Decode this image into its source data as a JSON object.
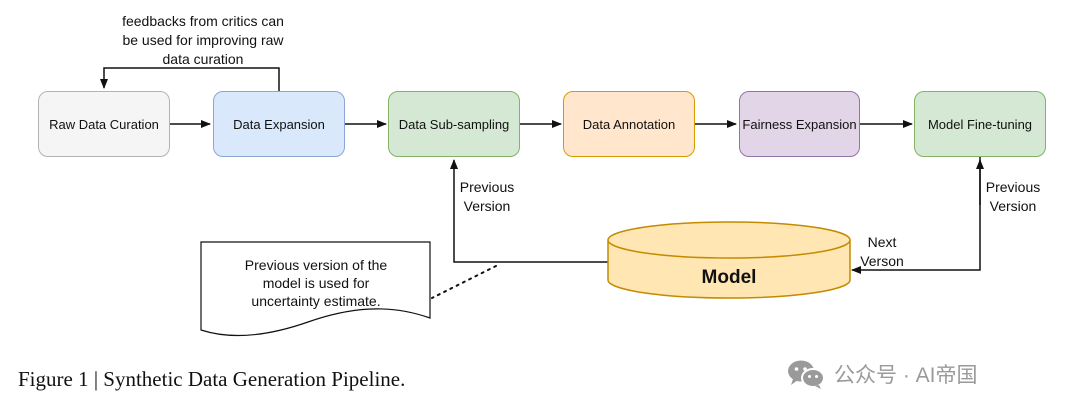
{
  "diagram": {
    "feedback_note": {
      "line1": "feedbacks from critics can",
      "line2": "be used for improving raw",
      "line3": "data curation"
    },
    "nodes": [
      {
        "label": "Raw Data Curation",
        "fill": "#f5f5f5",
        "stroke": "#b3b3b3"
      },
      {
        "label": "Data Expansion",
        "fill": "#dae8fc",
        "stroke": "#8aa6d6"
      },
      {
        "label": "Data Sub-sampling",
        "fill": "#d5e8d4",
        "stroke": "#82b366"
      },
      {
        "label": "Data Annotation",
        "fill": "#ffe6cc",
        "stroke": "#d79b00"
      },
      {
        "label": "Fairness Expansion",
        "fill": "#e1d5e7",
        "stroke": "#9673a6"
      },
      {
        "label": "Model Fine-tuning",
        "fill": "#d5e8d4",
        "stroke": "#82b366"
      }
    ],
    "model_db": {
      "label": "Model",
      "fill": "#ffe6b3",
      "stroke": "#c48a00"
    },
    "edge_labels": {
      "prev_left_line1": "Previous",
      "prev_left_line2": "Version",
      "prev_right_line1": "Previous",
      "prev_right_line2": "Version",
      "next_line1": "Next",
      "next_line2": "Verson"
    },
    "document_note": {
      "line1": "Previous version of the",
      "line2": "model is used for",
      "line3": "uncertainty estimate."
    }
  },
  "caption": "Figure 1 | Synthetic Data Generation Pipeline.",
  "watermark": {
    "text": "公众号 · AI帝国",
    "icon": "wechat-icon"
  }
}
